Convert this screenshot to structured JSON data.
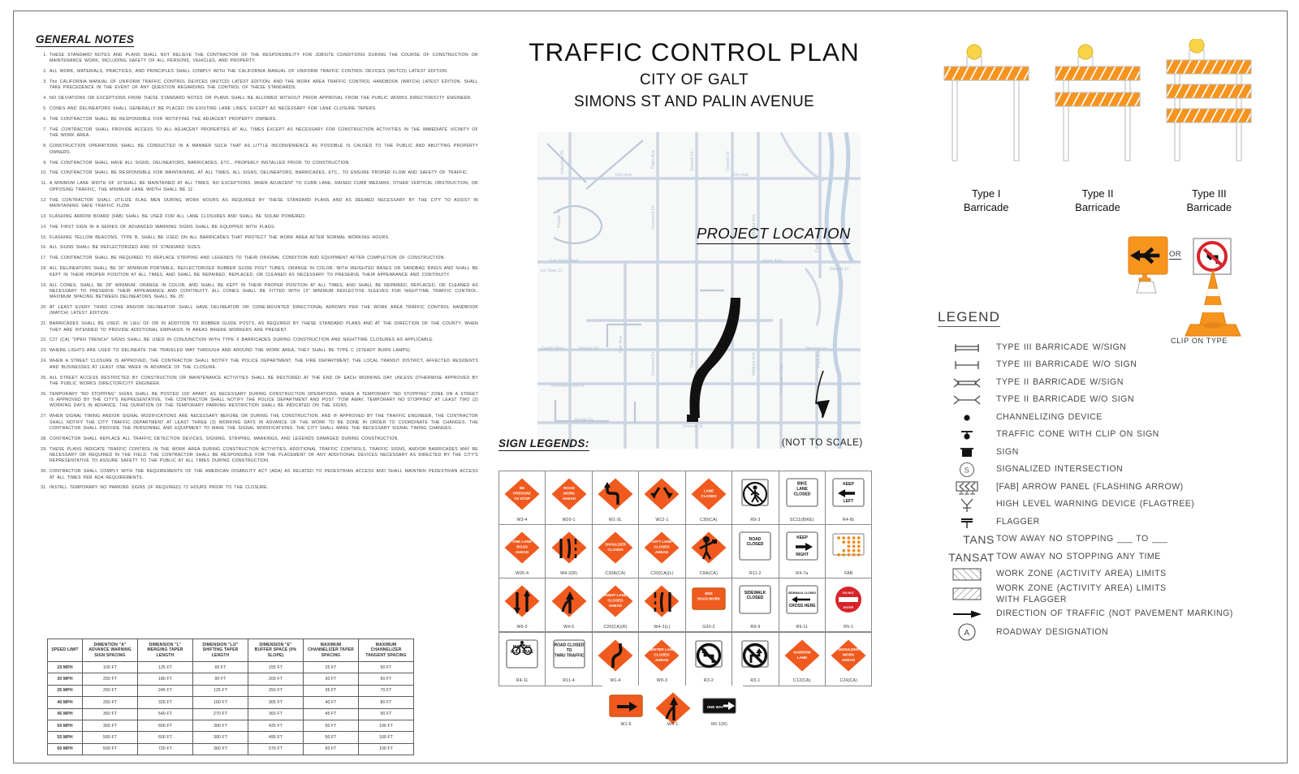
{
  "sheet": {
    "notes_heading": "GENERAL NOTES",
    "sign_legends_heading": "SIGN LEGENDS:",
    "legend_heading": "LEGEND",
    "not_to_scale": "(NOT TO SCALE)",
    "project_location": "PROJECT LOCATION",
    "or_label": "OR",
    "clip_on_type": "CLIP ON TYPE"
  },
  "title": {
    "main": "TRAFFIC CONTROL PLAN",
    "city": "CITY OF GALT",
    "street": "SIMONS ST AND PALIN AVENUE"
  },
  "notes": [
    "THESE STANDARD NOTES AND PLANS SHALL NOT RELIEVE THE CONTRACTOR OF THE RESPONSIBILITY FOR JOBSITE CONDITIONS DURING THE COURSE OF CONSTRUCTION OR MAINTENANCE WORK, INCLUDING SAFETY OF ALL PERSONS, VEHICLES, AND PROPERTY.",
    "ALL WORK, MATERIALS, PRACTICES, AND PRINCIPLES SHALL COMPLY WITH THE CALIFORNIA MANUAL OF UNIFORM TRAFFIC CONTROL DEVICES (MUTCD) LATEST EDITION.",
    "The CALIFORNIA MANUAL OF UNIFORM TRAFFIC CONTROL DEVICES (MUTCD) LATEST EDITION, AND THE WORK AREA TRAFFIC CONTROL HANDBOOK (WATCH) LATEST EDITION, SHALL TAKE PRECEDENCE IN THE EVENT OF ANY QUESTION REGARDING THE CONTROL OF THESE STANDARDS.",
    "NO DEVIATIONS OR EXCEPTIONS FROM THESE STANDARD NOTES OR PLANS SHALL BE ALLOWED WITHOUT PRIOR APPROVAL FROM THE PUBLIC WORKS DIRECTOR/CITY ENGINEER.",
    "CONES AND DELINEATORS SHALL GENERALLY BE PLACED ON EXISTING LANE LINES, EXCEPT AS NECESSARY FOR LANE CLOSURE TAPERS.",
    "THE CONTRACTOR SHALL BE RESPONSIBLE FOR NOTIFYING THE ADJACENT PROPERTY OWNERS.",
    "THE CONTRACTOR SHALL PROVIDE ACCESS TO ALL ADJACENT PROPERTIES AT ALL TIMES EXCEPT AS NECESSARY FOR CONSTRUCTION ACTIVITIES IN THE IMMEDIATE VICINITY OF THE WORK AREA.",
    "CONSTRUCTION OPERATIONS SHALL BE CONDUCTED IN A MANNER SUCH THAT AS LITTLE INCONVENIENCE AS POSSIBLE IS CAUSED TO THE PUBLIC AND ABUTTING PROPERTY OWNERS.",
    "THE CONTRACTOR SHALL HAVE ALL SIGNS, DELINEATORS, BARRICADES, ETC., PROPERLY INSTALLED PRIOR TO CONSTRUCTION.",
    "THE CONTRACTOR SHALL BE RESPONSIBLE FOR MAINTAINING, AT ALL TIMES, ALL SIGNS, DELINEATORS, BARRICADES, ETC., TO ENSURE PROPER FLOW AND SAFETY OF TRAFFIC.",
    "A MINIMUM LANE WIDTH OF 10'SHALL BE MAINTAINED AT ALL TIMES, NO EXCEPTIONS. WHEN ADJACENT TO CURB LANE, RAISED CURB MEDIANS, OTHER VERTICAL OBSTRUCTION, OR OPPOSING TRAFFIC, THE MINIMUM LANE WIDTH SHALL BE 11'.",
    "THE CONTRACTOR SHALL UTILIZE FLAG MEN DURING WORK HOURS AS REQUIRED BY THESE STANDARD PLANS AND AS DEEMED NECESSARY BY THE CITY TO ASSIST IN MAINTAINING SAFE TRAFFIC FLOW.",
    "FLASHING ARROW BOARD (FAB) SHALL BE USED FOR ALL LANE CLOSURES AND SHALL BE SOLAR POWERED.",
    "THE FIRST SIGN IN A SERIES OF ADVANCED WARNING SIGNS SHALL BE EQUIPPED WITH FLAGS.",
    "FLASHING YELLOW BEACONS, TYPE B, SHALL BE USED ON ALL BARRICADES THAT PROTECT THE WORK AREA AFTER NORMAL WORKING HOURS.",
    "ALL SIGNS SHALL BE REFLECTORIZED AND OF STANDARD SIZES.",
    "THE CONTRACTOR SHALL BE REQUIRED TO REPLACE STRIPING AND LEGENDS TO THEIR ORIGNAL CONDITION AND EQUIPMENT AFTER COMPLETION OF CONSTRUCTION.",
    "ALL DELINEATORS SHALL BE 36\" MINIMUM PORTABLE, REFLECTORIZED RUBBER GUIDE POST TUBES, ORANGE IN COLOR, WITH WEIGHTED BASES OR SANDBAG RINGS AND SHALL BE KEPT IN THEIR PROPER POSITION AT ALL TIMES, AND SHALL BE REPAIRED, REPLACED, OR CLEANED AS NECESSARY TO PRESERVE THEIR APPEARANCE AND CONTINUITY.",
    "ALL CONES, SHALL BE 28\" MINIMUM, ORANGE IN COLOR, AND SHALL BE KEPT IN THEIR PROPER POSITION AT ALL TIMES, AND SHALL BE REPAIRED, REPLACED, OR CLEANED AS NECESSARY TO PRESERVE THEIR APPEARANCE AND CONTINUITY. ALL CONES SHALL BE FITTED WITH 13\" MINIMUM REFLECTIVE SLEEVES FOR NIGHTTIME TRAFFIC CONTROL. MAXIMUM SPACING BETWEEN DELINEATORS SHALL BE 25'.",
    "AT LEAST EVERY THIRD CONE AND/OR DELINEATOR SHALL HAVE DELINEATOR OR CONE-MOUNTED DIRECTIONAL ARROWS PER THE WORK AREA TRAFFIC CONTROL HANDBOOK (WATCH) LATEST EDITION.",
    "BARRICADES SHALL BE USED, IN LIEU OF OR IN ADDITION TO RUBBER GUIDE POSTS, AS REQUIRED BY THESE STANDARD PLANS AND AT THE DIRECTION OF THE COUNTY, WHEN THEY ARE INTENDED TO PROVIDE ADDITIONAL EMPHASIS IN AREAS WHERE WORKERS ARE PRESENT.",
    "C27 (CA) \"OPEN TRENCH\" SIGNS SHALL BE USED IN CONJUNCTION WITH TYPE II BARRICADES DURING CONSTRUCTION AND NIGHTTIME CLOSURES AS APPLICABLE.",
    "WHERE LIGHTS ARE USED TO DELINEATE THE TRAVELED WAY THROUGH AND AROUND THE WORK AREA, THEY SHALL BE TYPE C (STEADY BURN LAMPS).",
    "WHEN A STREET CLOSURE IS APPROVED, THE CONTRACTOR SHALL NOTIFY THE POLICE DEPARTMENT, THE FIRE DEPARTMENT, THE LOCAL TRANSIT DISTRICT, AFFECTED RESIDENTS AND BUSINESSES AT LEAST ONE WEEK IN ADVANCE OF THE CLOSURE.",
    "ALL STREET ACCESS RESTRICTED BY CONSTRUCTION OR MAINTENANCE ACTIVITIES SHALL BE RESTORED AT THE END OF EACH WORKING DAY UNLESS OTHERWISE APPROVED BY THE PUBLIC WORKS DIRECTOR/CITY ENGINEER.",
    "TEMPORARY \"NO STOPPING\" SIGNS SHALL BE POSTED 100' APART, AS NECESSARY DURING CONSTRUCTION OPERATIONS. WHEN A TEMPORARY \"NO STOPPING\" ZONE ON A STREET IS APPROVED BY THE CITY'S REPRESENTATIVE, THE CONTRACTOR SHALL NOTIFY THE POLICE DEPARTMENT AND POST \"TOW AWAY, TEMPORARY NO STOPPING\" AT LEAST TWO (2) WORKING DAYS IN ADVANCE. THE DURATION OF THE TEMPORARY PARKING RESTRICTION SHALL BE INDICATED ON THE SIGNS.",
    "WHEN SIGNAL TIMING AND/OR SIGNAL MODIFICATIONS ARE NECESSARY BEFORE OR DURING THE CONSTRUCTION, AND IF APPROVED BY THE TRAFFIC ENGINEER, THE CONTRACTOR SHALL NOTIFY THE CITY TRAFFIC DEPARTMENT AT LEAST THREE (3) WORKING DAYS IN ADVANCE OF THE WORK TO BE DONE IN ORDER TO COORDINATE THE CHANGES. THE CONTRACTOR SHALL PROVIDE THE PERSONNEL AND EQUIPMENT TO MAKE THE SIGNAL MODIFICATIONS; THE CITY SHALL MAKE THE NECESSARY SIGNAL TIMING CHANGES.",
    "CONTRACTOR SHALL REPLACE ALL TRAFFIC DETECTION DEVICES, SIGNING, STRIPING, MARKINGS, AND LEGENDS DAMAGED DURING CONSTRUCTION.",
    "THESE PLANS INDICATE TRAFFIC CONTROL IN THE WORK AREA DURING CONSTRUCTION ACTIVITIES. ADDITIONAL TRAFFIC CONTROLS, TRAFFIC SIGNS, AND/OR BARRICADES MAY BE NECESSARY OR REQUIRED IN THE FIELD. THE CONTRACTOR SHALL BE RESPONSIBLE FOR THE PLACEMENT OF ANY ADDITIONAL DEVICES NECESSARY AS DIRECTED BY THE CITY'S REPRESENTATIVE TO ASSURE SAFETY TO THE PUBLIC AT ALL TIMES DURING CONSTRUCTION.",
    "CONTRACTOR SHALL COMPLY WITH THE REQUIREMENTS OF THE AMERICAN DISABILITY ACT (ADA) AS RELATED TO PEDESTRIAN ACCESS AND SHALL MAINTAIN PEDESTRIAN ACCESS AT ALL TIMES PER ADA REQUIREMENTS.",
    "INSTALL TEMPORARY NO PARKING SIGNS (IF REQUIRED) 72 HOURS PRIOR TO THE CLOSURE."
  ],
  "speed_table": {
    "headers": [
      "SPEED LIMIT",
      "DIMENTION \"A\" ADVANCE WARNING SIGN SPACING",
      "DIMENSION \"L\" MERGING TAPER LENGTH",
      "DIMENSION \"L/2\" SHIFTING TAPER LENGTH",
      "DIMENSION \"E\" BUFFER SPACE (0% SLOPE)",
      "MAXIMUM CHANNELIZER TAPER SPACING",
      "MAXIMUM CHANNELIZER TANGENT SPACING"
    ],
    "rows": [
      [
        "25 MPH",
        "100 FT",
        "125 FT",
        "65 FT",
        "155 FT",
        "25 FT",
        "50 FT"
      ],
      [
        "30 MPH",
        "250 FT",
        "180 FT",
        "90 FT",
        "200 FT",
        "30 FT",
        "60 FT"
      ],
      [
        "35 MPH",
        "250 FT",
        "245 FT",
        "125 FT",
        "250 FT",
        "35 FT",
        "70 FT"
      ],
      [
        "40 MPH",
        "250 FT",
        "320 FT",
        "160 FT",
        "305 FT",
        "40 FT",
        "80 FT"
      ],
      [
        "45 MPH",
        "350 FT",
        "540 FT",
        "270 FT",
        "360 FT",
        "45 FT",
        "90 FT"
      ],
      [
        "50 MPH",
        "350 FT",
        "600 FT",
        "300 FT",
        "425 FT",
        "50 FT",
        "100 FT"
      ],
      [
        "55 MPH",
        "500 FT",
        "600 FT",
        "300 FT",
        "495 FT",
        "50 FT",
        "100 FT"
      ],
      [
        "60 MPH",
        "500 FT",
        "720 FT",
        "360 FT",
        "570 FT",
        "50 FT",
        "100 FT"
      ]
    ]
  },
  "barricades": [
    {
      "type": "type-1",
      "label_line1": "Type I",
      "label_line2": "Barricade",
      "rails": 1
    },
    {
      "type": "type-2",
      "label_line1": "Type II",
      "label_line2": "Barricade",
      "rails": 2
    },
    {
      "type": "type-3",
      "label_line1": "Type III",
      "label_line2": "Barricade",
      "rails": 3
    }
  ],
  "sign_legends": {
    "rows": [
      [
        {
          "code": "W3-4",
          "shape": "diamond",
          "text": "BE\nPREPARE\nTO STOP",
          "icon": "text"
        },
        {
          "code": "W20-1",
          "shape": "diamond",
          "text": "ROAD\nWORK\nAHEAD",
          "icon": "text"
        },
        {
          "code": "W1-3L",
          "shape": "diamond",
          "text": "",
          "icon": "reverse-turn-left-icon"
        },
        {
          "code": "W12-1",
          "shape": "diamond",
          "text": "",
          "icon": "double-arrow-divide-icon"
        },
        {
          "code": "C30(CA)",
          "shape": "diamond",
          "text": "LANE\nCLOSED",
          "icon": "text"
        },
        {
          "code": "R9-3",
          "shape": "square-white",
          "text": "",
          "icon": "no-pedestrian-icon"
        },
        {
          "code": "SC11(BIKE)",
          "shape": "rect-white",
          "text": "BIKE\nLANE\nCLOSED",
          "icon": "text"
        },
        {
          "code": "R4-8c",
          "shape": "rect-white",
          "text": "KEEP\nLEFT",
          "icon": "keep-left-arrow-icon"
        }
      ],
      [
        {
          "code": "W20-4",
          "shape": "diamond",
          "text": "ONE LANE\nROAD\nAHEAD",
          "icon": "text"
        },
        {
          "code": "W4-2(R)",
          "shape": "diamond",
          "text": "",
          "icon": "merge-right-lines-icon"
        },
        {
          "code": "C30A(CA)",
          "shape": "diamond",
          "text": "SHOULDER\nCLOSED",
          "icon": "text"
        },
        {
          "code": "C20(CA)(L)",
          "shape": "diamond",
          "text": "LEFT LANE\nCLOSED\nAHEAD",
          "icon": "text"
        },
        {
          "code": "C9A(CA)",
          "shape": "diamond",
          "text": "",
          "icon": "flagger-worker-icon"
        },
        {
          "code": "R11-2",
          "shape": "rect-white",
          "text": "ROAD\nCLOSED",
          "icon": "text"
        },
        {
          "code": "R4-7a",
          "shape": "rect-white",
          "text": "KEEP\nRIGHT",
          "icon": "keep-right-arrow-icon"
        },
        {
          "code": "FAB",
          "shape": "rect-arrowboard",
          "text": "",
          "icon": "flashing-arrow-board-icon"
        }
      ],
      [
        {
          "code": "W6-3",
          "shape": "diamond",
          "text": "",
          "icon": "two-way-traffic-icon"
        },
        {
          "code": "W4-5",
          "shape": "diamond",
          "text": "",
          "icon": "entering-roadway-merge-icon"
        },
        {
          "code": "C20(CA)(R)",
          "shape": "diamond",
          "text": "RIGHT LANE\nCLOSED\nAHEAD",
          "icon": "text"
        },
        {
          "code": "W4-2(L)",
          "shape": "diamond",
          "text": "",
          "icon": "merge-left-lines-icon"
        },
        {
          "code": "G20-2",
          "shape": "rect-orange",
          "text": "END\nROAD WORK",
          "icon": "text"
        },
        {
          "code": "R9-9",
          "shape": "rect-white",
          "text": "SIDEWALK\nCLOSED",
          "icon": "text"
        },
        {
          "code": "R9-11",
          "shape": "rect-white",
          "text": "SIDEWALK CLOSED\nCROSS HERE",
          "icon": "left-arrow-icon"
        },
        {
          "code": "R5-1",
          "shape": "circle-red",
          "text": "DO NOT\nENTER",
          "icon": "do-not-enter-icon"
        }
      ],
      [
        {
          "code": "R4-11",
          "shape": "rect-white",
          "text": "MAY USE\nFULL LANE",
          "icon": "bicycle-icon"
        },
        {
          "code": "R11-4",
          "shape": "rect-white",
          "text": "ROAD CLOSED\nTO\nTHRU TRAFFIC",
          "icon": "text"
        },
        {
          "code": "W1-4",
          "shape": "diamond",
          "text": "",
          "icon": "winding-road-icon"
        },
        {
          "code": "W9-3",
          "shape": "diamond",
          "text": "CENTER LANE\nCLOSED\nAHEAD",
          "icon": "text"
        },
        {
          "code": "R3-2",
          "shape": "square-white",
          "text": "",
          "icon": "no-left-turn-icon"
        },
        {
          "code": "R3-1",
          "shape": "square-white",
          "text": "",
          "icon": "no-right-turn-icon"
        },
        {
          "code": "C12(CA)",
          "shape": "diamond",
          "text": "NARROW\nLANE",
          "icon": "text"
        },
        {
          "code": "C24(CA)",
          "shape": "diamond",
          "text": "SHOULDER\nWORK\nAHEAD",
          "icon": "text"
        }
      ]
    ],
    "last_row": [
      {
        "code": "W1-6",
        "shape": "rect-orange",
        "text": "",
        "icon": "right-arrow-icon"
      },
      {
        "code": "W4-1",
        "shape": "diamond",
        "text": "",
        "icon": "merge-arrow-icon"
      },
      {
        "code": "R6-1(R)",
        "shape": "rect-black",
        "text": "ONE WAY",
        "icon": "one-way-right-icon"
      }
    ]
  },
  "legend_items": [
    {
      "symbol": "type3-barricade-with-sign-icon",
      "text": "TYPE III BARRICADE W/SIGN"
    },
    {
      "symbol": "type3-barricade-no-sign-icon",
      "text": "TYPE III BARRICADE W/O SIGN"
    },
    {
      "symbol": "type2-barricade-with-sign-icon",
      "text": "TYPE II BARRICADE W/SIGN"
    },
    {
      "symbol": "type2-barricade-no-sign-icon",
      "text": "TYPE II BARRICADE W/O SIGN"
    },
    {
      "symbol": "channelizing-device-icon",
      "text": "CHANNELIZING DEVICE"
    },
    {
      "symbol": "traffic-cone-clip-sign-icon",
      "text": "TRAFFIC CONE WITH CLIP ON SIGN"
    },
    {
      "symbol": "sign-icon",
      "text": "SIGN"
    },
    {
      "symbol": "signalized-intersection-icon",
      "text": "SIGNALIZED INTERSECTION"
    },
    {
      "symbol": "arrow-panel-icon",
      "text": "[FAB] ARROW PANEL (FLASHING ARROW)"
    },
    {
      "symbol": "flagtree-icon",
      "text": "HIGH LEVEL WARNING DEVICE (FLAGTREE)"
    },
    {
      "symbol": "flagger-icon",
      "text": "FLAGGER"
    },
    {
      "symbol": "tans-text",
      "text": "TOW AWAY NO STOPPING ___ TO ___",
      "symbol_text": "TANS"
    },
    {
      "symbol": "tansat-text",
      "text": "TOW AWAY NO STOPPING ANY TIME",
      "symbol_text": "TANSAT"
    },
    {
      "symbol": "work-zone-hatch-icon",
      "text": "WORK ZONE (ACTIVITY AREA) LIMITS"
    },
    {
      "symbol": "work-zone-flagger-hatch-icon",
      "text": "WORK ZONE (ACTIVITY AREA) LIMITS\nWITH FLAGGER"
    },
    {
      "symbol": "direction-of-traffic-icon",
      "text": "DIRECTION OF TRAFFIC (NOT PAVEMENT MARKING)"
    },
    {
      "symbol": "roadway-designation-icon",
      "text": "ROADWAY DESIGNATION"
    }
  ],
  "map": {
    "streets": [
      "Industrial Dr",
      "Poplar St",
      "Elm Ave",
      "Elm Ave",
      "Palm Ave",
      "Sunset Dr",
      "Sunset Dr",
      "Crescent Dr",
      "Crescent Dr",
      "Mildred Ave",
      "Oak Ave",
      "Poplar St",
      "Palm Ave",
      "Gary Ave",
      "Terrace Ln",
      "Park Ave",
      "Park Ave",
      "Oak Park Blvd",
      "Carillo Way",
      "Victorian Park Dr",
      "Myrtle St",
      "N Lincoln Way",
      "Simons St",
      "Wendy H",
      "Rae Ct"
    ]
  },
  "colors": {
    "orange": "#F26B1D",
    "sign_orange": "#F05A1E",
    "barricade_orange": "#F7941E",
    "beacon_yellow": "#F9D348",
    "red": "#D8232A",
    "ink": "#39393b",
    "line": "#8a8a8a"
  }
}
